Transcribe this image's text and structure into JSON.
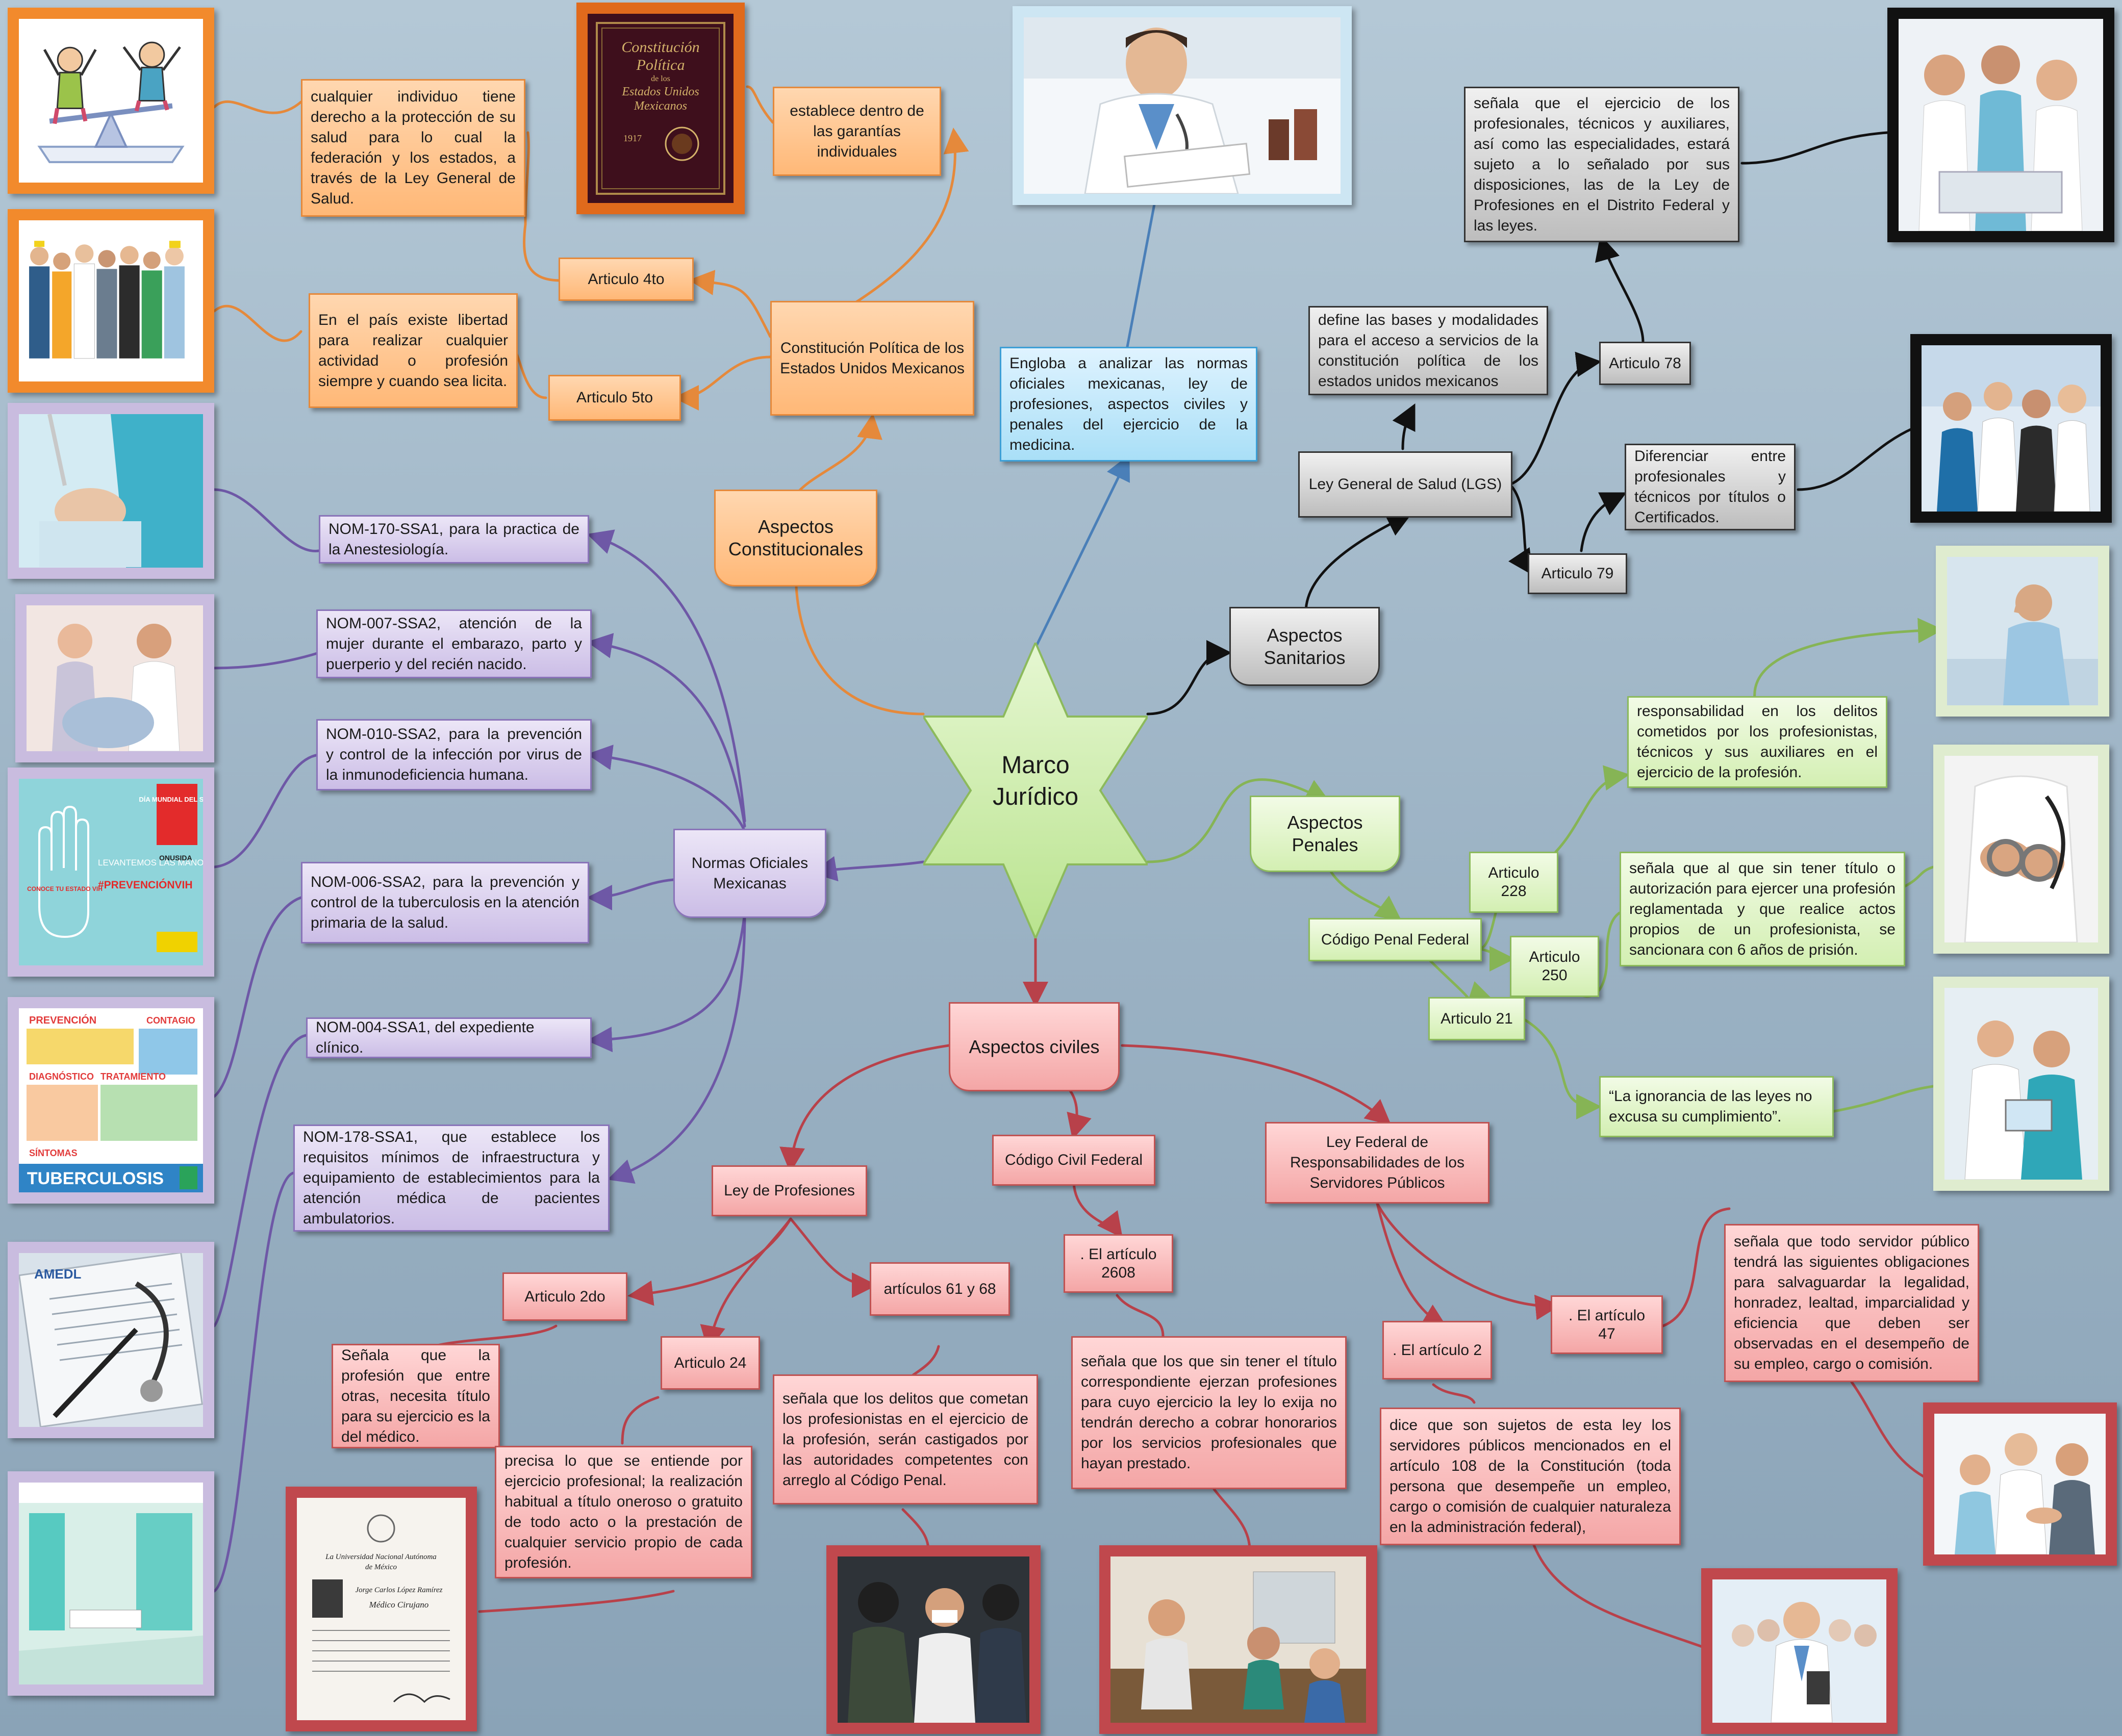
{
  "center": {
    "line1": "Marco",
    "line2": "Jurídico"
  },
  "constitucional": {
    "heading": "Aspectos Constitucionales",
    "constitucion": "Constitución Política de los Estados Unidos Mexicanos",
    "establece": "establece dentro de las garantías individuales",
    "art4": "Articulo 4to",
    "art4_desc": "cualquier individuo tiene derecho a la protección de su salud para lo cual la federación y los estados, a través de la Ley General de Salud.",
    "art5": "Articulo 5to",
    "art5_desc": "En el país existe libertad para realizar cualquier actividad o profesión siempre y cuando sea licita."
  },
  "engloba": "Engloba a analizar las normas oficiales mexicanas, ley de profesiones, aspectos civiles y penales del ejercicio de la medicina.",
  "sanitarios": {
    "heading": "Aspectos Sanitarios",
    "lgs": "Ley General de Salud (LGS)",
    "lgs_desc": "define las bases y modalidades para el acceso a servicios de la constitución política de los estados unidos mexicanos",
    "art78": "Articulo 78",
    "art78_desc": "señala que el ejercicio de los profesionales, técnicos y auxiliares, así como las especialidades, estará sujeto a lo señalado por sus disposiciones, las de la Ley de Profesiones en el Distrito Federal y las leyes.",
    "art79": "Articulo 79",
    "art79_desc": "Diferenciar entre profesionales y técnicos por títulos o Certificados."
  },
  "penales": {
    "heading": "Aspectos Penales",
    "codigo": "Código Penal Federal",
    "art228": "Articulo 228",
    "art228_desc": "responsabilidad en los delitos cometidos por los profesionistas, técnicos y sus auxiliares en el ejercicio de la profesión.",
    "art250": "Articulo 250",
    "art250_desc": "señala que al que sin tener título o autorización para ejercer una profesión reglamentada y que realice actos propios de un profesionista, se sancionara con 6 años de prisión.",
    "art21": "Articulo 21",
    "art21_desc": "“La ignorancia de las leyes no excusa su cumplimiento”."
  },
  "normas": {
    "heading": "Normas Oficiales Mexicanas",
    "items": [
      "NOM-170-SSA1, para la practica de la Anestesiología.",
      "NOM-007-SSA2, atención de la mujer durante el embarazo, parto y puerperio y del recién nacido.",
      "NOM-010-SSA2, para la prevención y control de la infección por virus de la inmunodeficiencia humana.",
      "NOM-006-SSA2, para la prevención y control de la tuberculosis en la atención primaria de la salud.",
      "NOM-004-SSA1, del expediente clínico.",
      "NOM-178-SSA1, que establece los requisitos mínimos de infraestructura y equipamiento de establecimientos para la atención médica de pacientes ambulatorios."
    ]
  },
  "civiles": {
    "heading": "Aspectos civiles",
    "ley_prof": "Ley de Profesiones",
    "art2do": "Articulo 2do",
    "art2do_desc": "Señala que la profesión que entre otras, necesita título para su ejercicio es la del médico.",
    "art24": "Articulo 24",
    "art24_desc": "precisa lo que se entiende por ejercicio profesional; la realización habitual a título oneroso o gratuito de todo acto o la prestación de cualquier servicio propio de cada profesión.",
    "art61": "artículos 61 y 68",
    "art61_desc": "señala que los delitos que cometan los profesionistas en el ejercicio de la profesión, serán castigados por las autoridades competentes con arreglo al Código Penal.",
    "codigo_civil": "Código Civil Federal",
    "art2608": ". El artículo 2608",
    "art2608_desc": "señala que los que sin tener el título correspondiente ejerzan profesiones para cuyo ejercicio la ley lo exija no tendrán derecho a cobrar honorarios por los servicios profesionales que hayan prestado.",
    "ley_resp": "Ley Federal de Responsabilidades de los Servidores Públicos",
    "art2": ". El artículo 2",
    "art2_desc": "dice que son sujetos de esta ley los servidores públicos mencionados en el artículo 108 de la Constitución (toda persona que desempeñe un empleo, cargo o comisión de cualquier naturaleza en la administración federal),",
    "art47": ". El artículo 47",
    "art47_desc": "señala que todo servidor público tendrá las siguientes obligaciones para salvaguardar la legalidad, honradez, lealtad, imparcialidad y eficiencia que deben ser observadas en el desempeño de su empleo, cargo o comisión."
  },
  "images": {
    "constitucion_cover": [
      "Constitución",
      "Política",
      "de los",
      "Estados Unidos",
      "Mexicanos",
      "1917"
    ],
    "vih_poster": {
      "headline": "LEVANTEMOS LAS MANOS POR LA",
      "hashtag": "#PREVENCIÓNVIH",
      "side": "DÍA MUNDIAL DEL SIDA",
      "logo": "ONUSIDA",
      "hand": "CONOCE TU ESTADO VIH"
    },
    "tb_poster": {
      "prevencion": "PREVENCIÓN",
      "contagio": "CONTAGIO",
      "diagnostico": "DIAGNÓSTICO",
      "tratamiento": "TRATAMIENTO",
      "sintomas": "SÍNTOMAS",
      "title": "TUBERCULOSIS"
    },
    "expediente": {
      "logo": "AMEDL"
    },
    "titulo_unam": {
      "line1": "La Universidad Nacional Autónoma",
      "line2": "de México",
      "name": "Jorge Carlos López Ramírez",
      "career": "Médico Cirujano"
    }
  },
  "colors": {
    "orange": "#f28a2c",
    "purple": "#7a63ad",
    "red": "#c0484d",
    "green": "#8cba5c",
    "black": "#111111",
    "blue": "#4a7fb8",
    "star": "#cdeeb0"
  }
}
